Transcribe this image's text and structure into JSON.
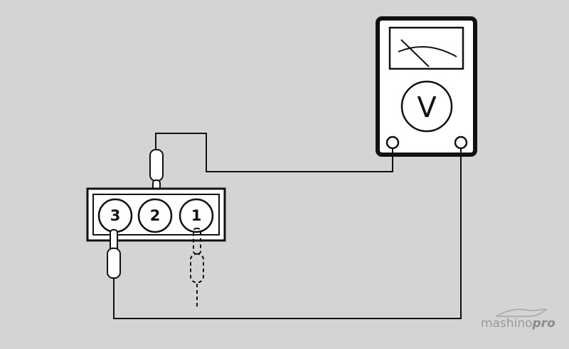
{
  "connector": {
    "pins": [
      {
        "label": "3"
      },
      {
        "label": "2"
      },
      {
        "label": "1"
      }
    ]
  },
  "voltmeter": {
    "symbol": "V"
  },
  "watermark": {
    "part1": "mashino",
    "part2": "pro"
  },
  "colors": {
    "background": "#d4d4d4",
    "line": "#111111",
    "face": "#ffffff"
  }
}
